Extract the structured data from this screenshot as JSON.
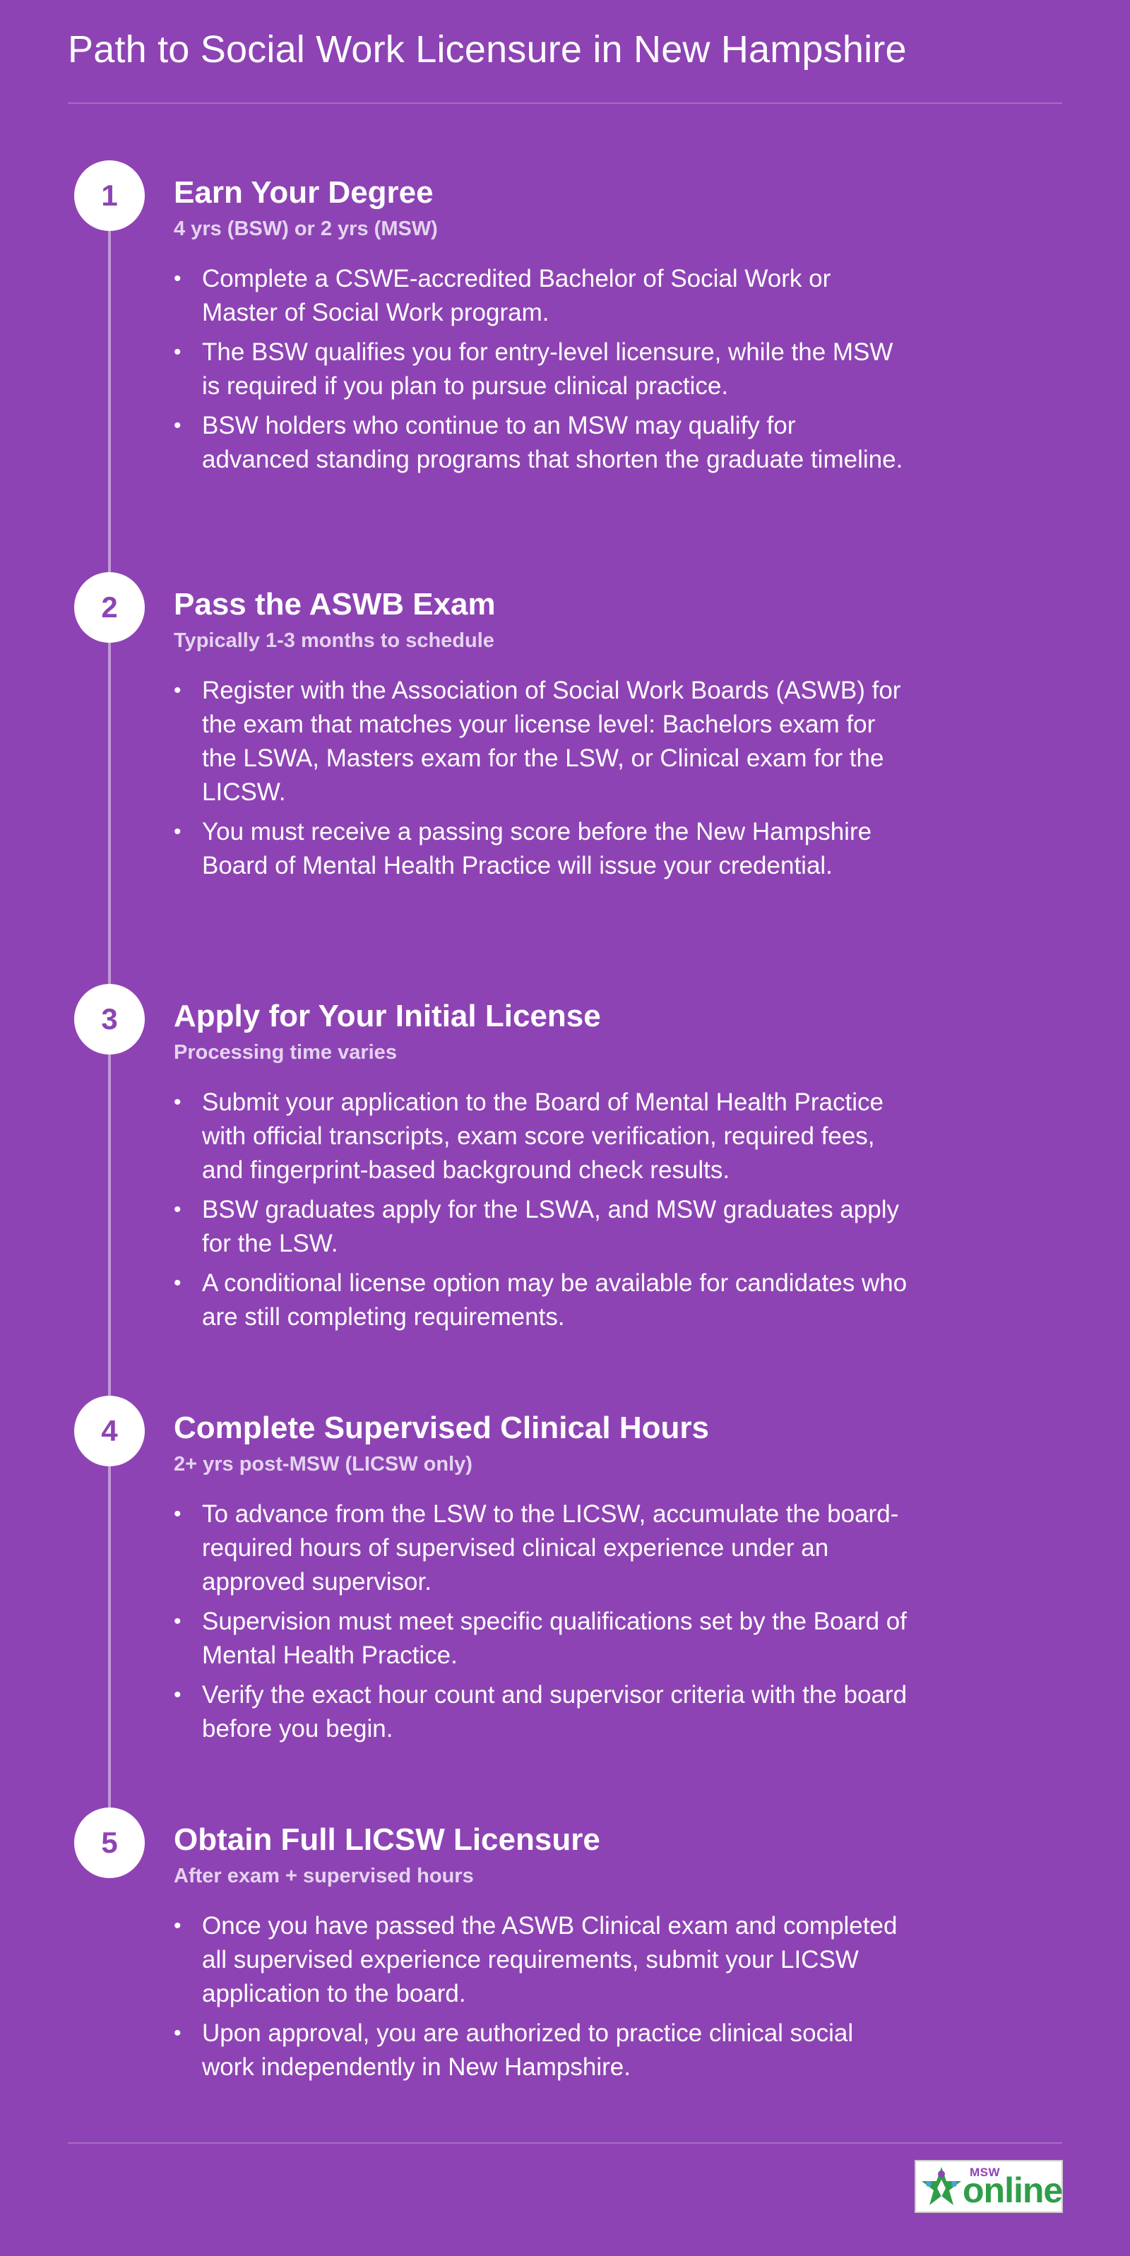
{
  "title": "Path to Social Work Licensure in New Hampshire",
  "steps": [
    {
      "number": "1",
      "title": "Earn Your Degree",
      "duration": "4 yrs (BSW) or 2 yrs (MSW)",
      "bullets": [
        "Complete a CSWE-accredited Bachelor of Social Work or Master of Social Work program.",
        "The BSW qualifies you for entry-level licensure, while the MSW is required if you plan to pursue clinical practice.",
        "BSW holders who continue to an MSW may qualify for advanced standing programs that shorten the graduate timeline."
      ]
    },
    {
      "number": "2",
      "title": "Pass the ASWB Exam",
      "duration": "Typically 1-3 months to schedule",
      "bullets": [
        "Register with the Association of Social Work Boards (ASWB) for the exam that matches your license level: Bachelors exam for the LSWA, Masters exam for the LSW, or Clinical exam for the LICSW.",
        "You must receive a passing score before the New Hampshire Board of Mental Health Practice will issue your credential."
      ]
    },
    {
      "number": "3",
      "title": "Apply for Your Initial License",
      "duration": "Processing time varies",
      "bullets": [
        "Submit your application to the Board of Mental Health Practice with official transcripts, exam score verification, required fees, and fingerprint-based background check results.",
        "BSW graduates apply for the LSWA, and MSW graduates apply for the LSW.",
        "A conditional license option may be available for candidates who are still completing requirements."
      ]
    },
    {
      "number": "4",
      "title": "Complete Supervised Clinical Hours",
      "duration": "2+ yrs post-MSW (LICSW only)",
      "bullets": [
        "To advance from the LSW to the LICSW, accumulate the board-required hours of supervised clinical experience under an approved supervisor.",
        "Supervision must meet specific qualifications set by the Board of Mental Health Practice.",
        "Verify the exact hour count and supervisor criteria with the board before you begin."
      ]
    },
    {
      "number": "5",
      "title": "Obtain Full LICSW Licensure",
      "duration": "After exam + supervised hours",
      "bullets": [
        "Once you have passed the ASWB Clinical exam and completed all supervised experience requirements, submit your LICSW application to the board.",
        "Upon approval, you are authorized to practice clinical social work independently in New Hampshire."
      ]
    }
  ],
  "logo": {
    "top": "MSW",
    "bottom": "online"
  },
  "colors": {
    "background": "#8e43b4",
    "accent_green": "#2e9e48"
  }
}
